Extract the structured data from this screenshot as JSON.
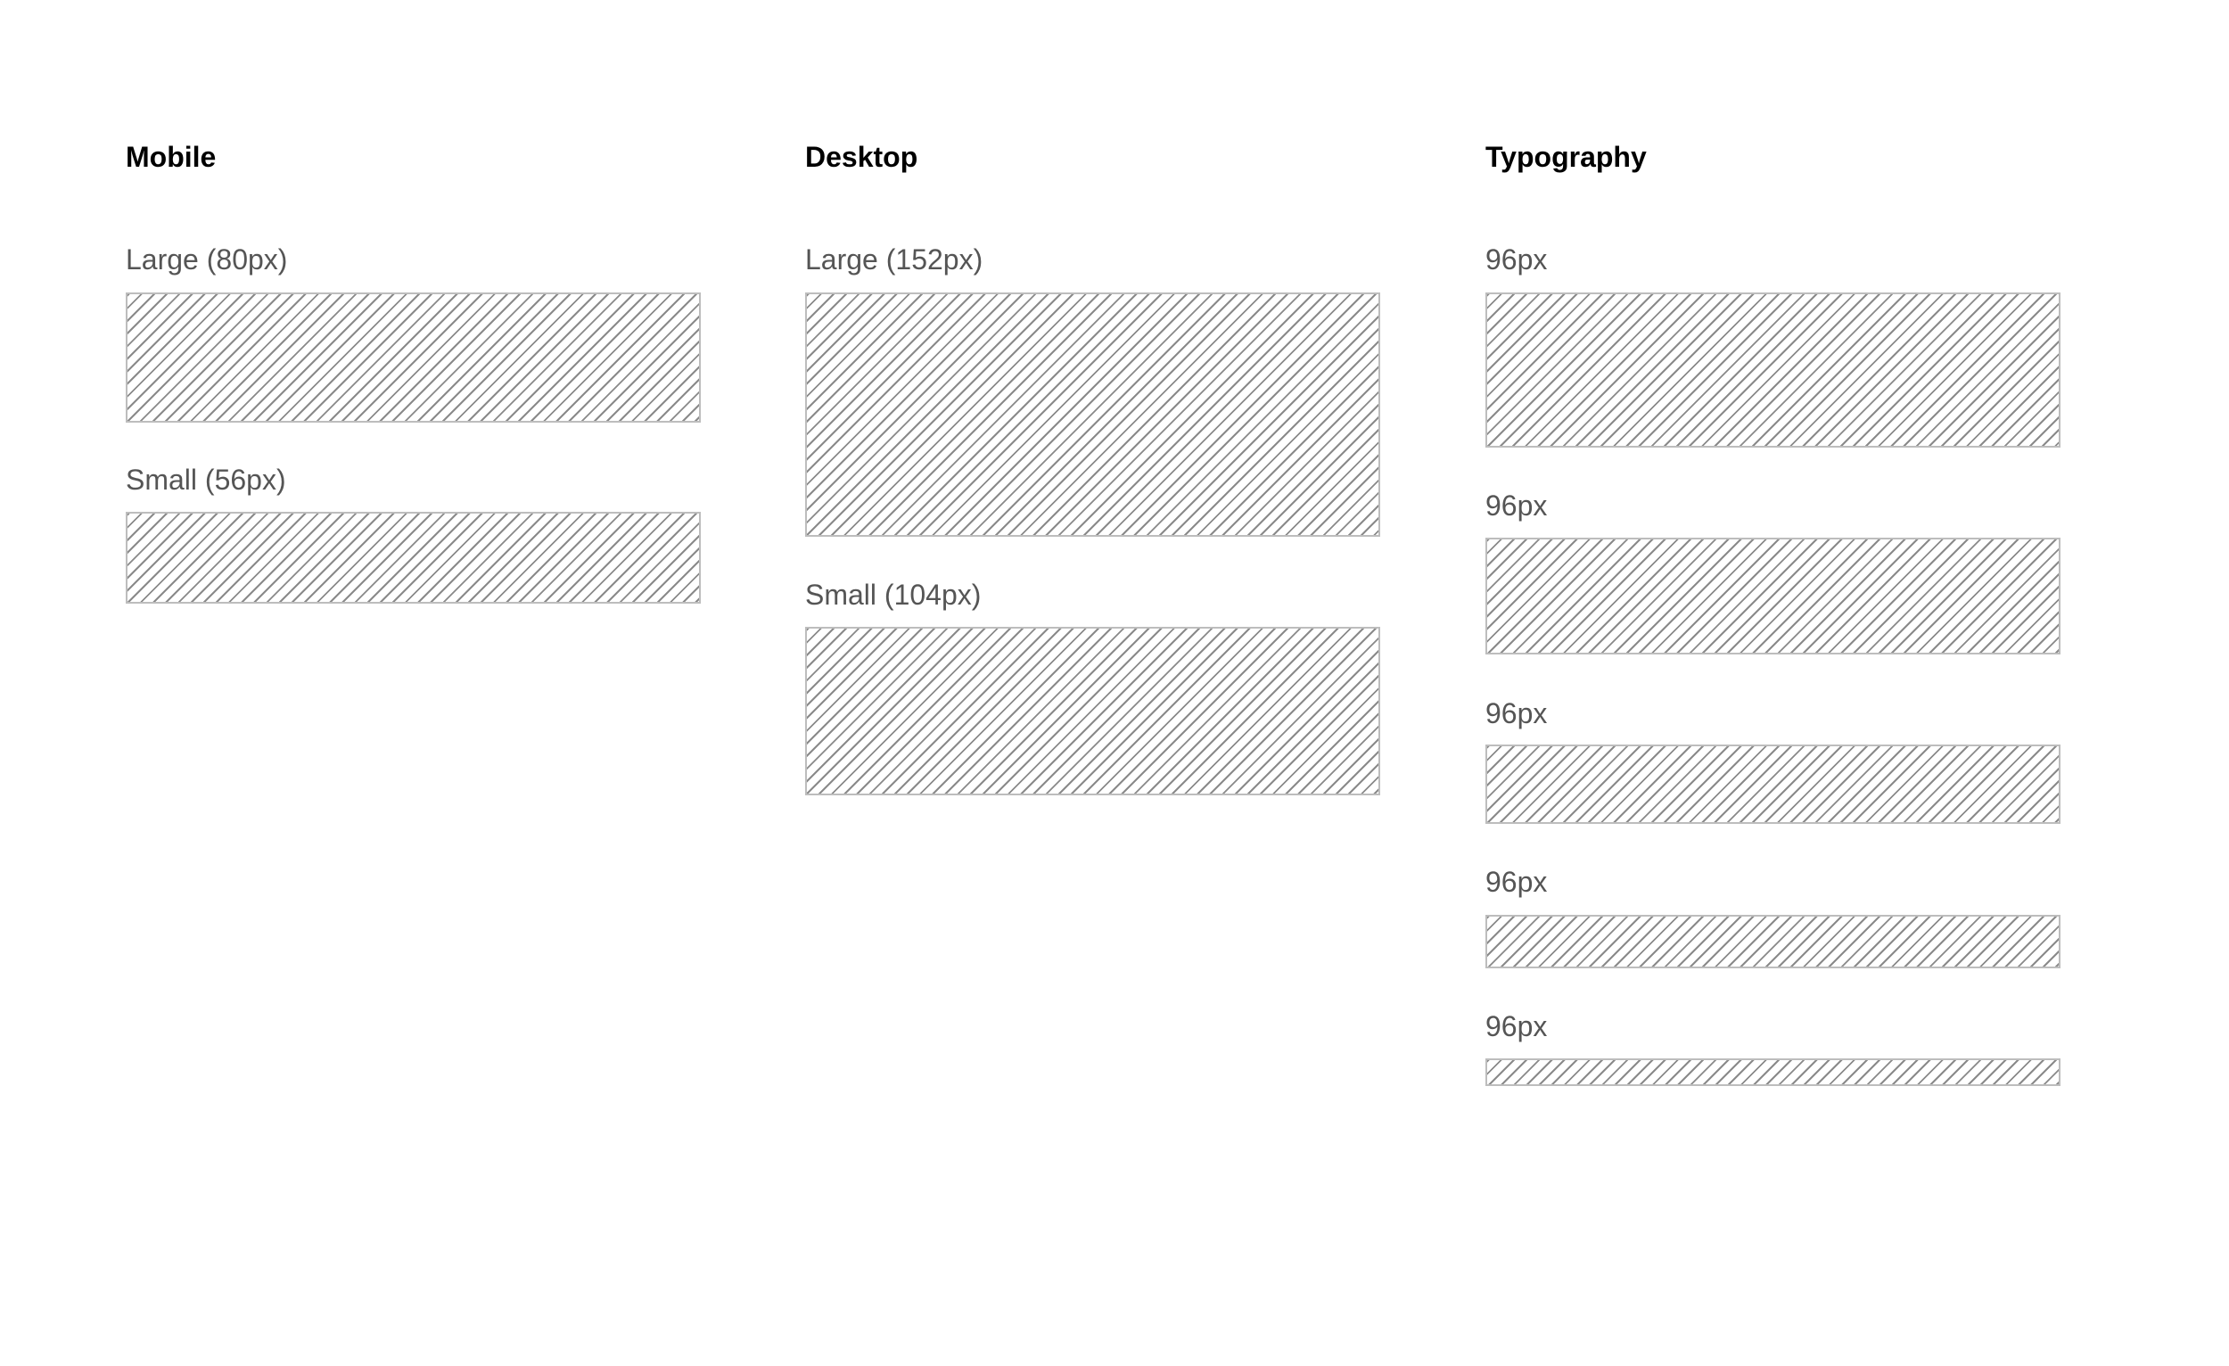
{
  "columns": {
    "mobile": {
      "title": "Mobile",
      "items": [
        {
          "label": "Large (80px)"
        },
        {
          "label": "Small (56px)"
        }
      ]
    },
    "desktop": {
      "title": "Desktop",
      "items": [
        {
          "label": "Large (152px)"
        },
        {
          "label": "Small (104px)"
        }
      ]
    },
    "typography": {
      "title": "Typography",
      "items": [
        {
          "label": "96px"
        },
        {
          "label": "96px"
        },
        {
          "label": "96px"
        },
        {
          "label": "96px"
        },
        {
          "label": "96px"
        }
      ]
    }
  },
  "colors": {
    "heading": "#000000",
    "label": "#555555",
    "hatch_line": "#8a8a8a",
    "hatch_border": "#bdbdbd",
    "background": "#ffffff"
  }
}
